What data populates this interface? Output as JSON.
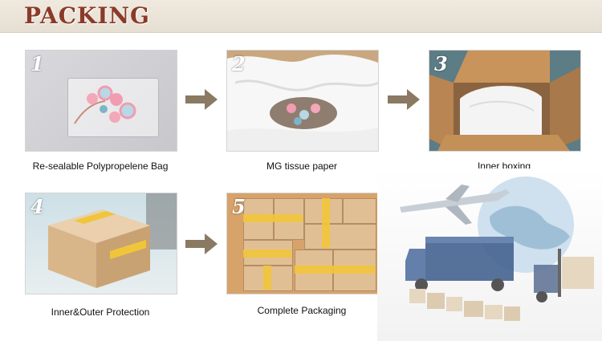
{
  "header": {
    "title": "PACKING"
  },
  "steps": [
    {
      "number": "1",
      "caption": "Re-sealable Polypropelene Bag"
    },
    {
      "number": "2",
      "caption": "MG tissue paper"
    },
    {
      "number": "3",
      "caption": "Inner boxing"
    },
    {
      "number": "4",
      "caption": "Inner&Outer Protection"
    },
    {
      "number": "5",
      "caption": "Complete Packaging"
    }
  ],
  "colors": {
    "accent": "#8b3a2a",
    "arrow": "#8a7a63"
  }
}
